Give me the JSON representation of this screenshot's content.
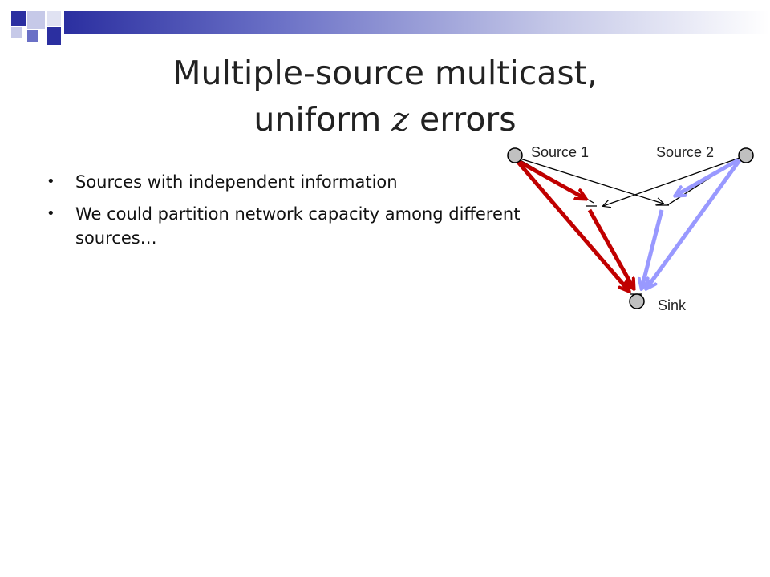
{
  "title": {
    "line1": "Multiple-source multicast,",
    "line2_pre": "uniform ",
    "line2_var": "z",
    "line2_post": " errors"
  },
  "bullets": [
    {
      "text": "Sources with independent information"
    },
    {
      "text": "We could partition network capacity among different sources…"
    }
  ],
  "diagram": {
    "source1_label": "Source 1",
    "source2_label": "Source 2",
    "sink_label": "Sink"
  },
  "colors": {
    "source1_path": "#c00000",
    "source2_path": "#9999ff",
    "accent_dark": "#2b2fa0",
    "node_fill": "#c0c0c0"
  }
}
